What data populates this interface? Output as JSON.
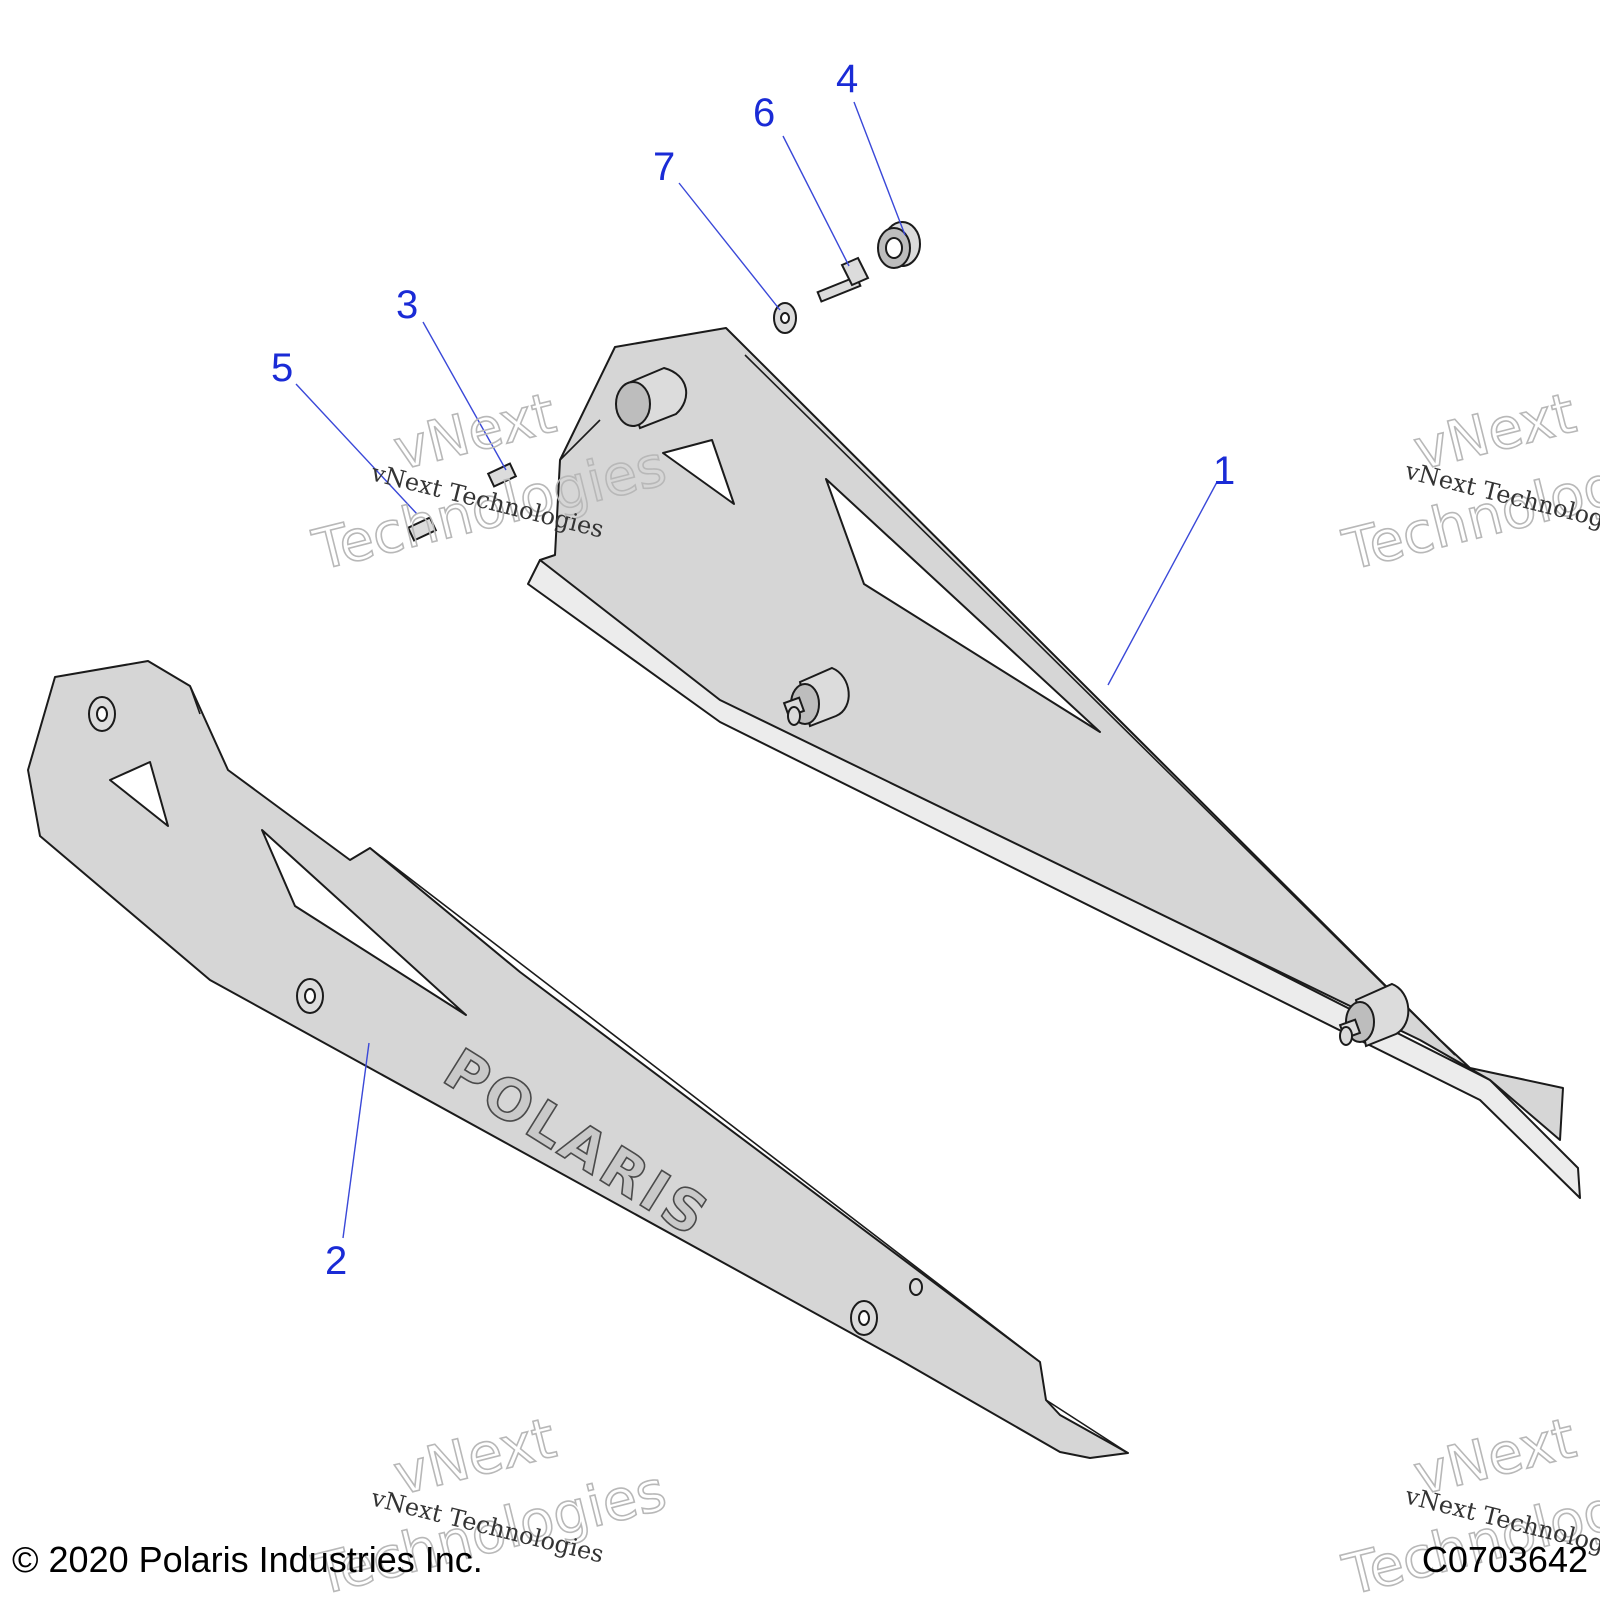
{
  "callouts": [
    "1",
    "2",
    "3",
    "4",
    "5",
    "6",
    "7"
  ],
  "embossed_logo": "POLARIS",
  "watermark": {
    "line": "vNext Technologies",
    "big_top": "vNext",
    "big_bottom": "Technologies"
  },
  "footer": {
    "copyright": "© 2020 Polaris Industries Inc.",
    "figure_code": "C0703642"
  }
}
